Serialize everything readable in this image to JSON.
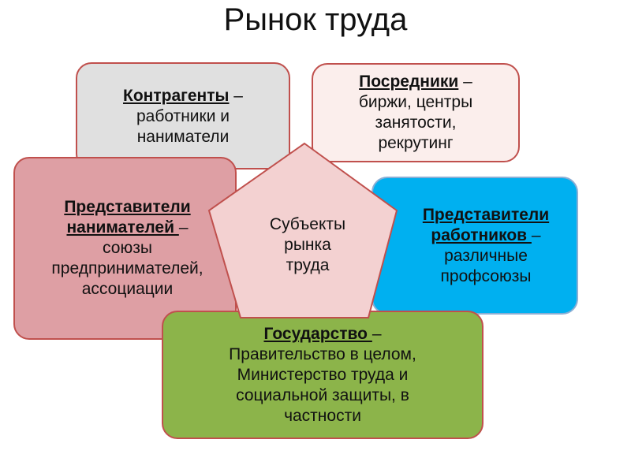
{
  "title": "Рынок труда",
  "center": {
    "lines": [
      "Субъекты",
      "рынка",
      "труда"
    ]
  },
  "boxes": {
    "kontragenty": {
      "head": "Контрагенты",
      "tail": " –",
      "lines": [
        "работники и",
        "наниматели"
      ]
    },
    "posredniki": {
      "head": "Посредники",
      "tail": " –",
      "lines": [
        "биржи, центры",
        "занятости,",
        "рекрутинг"
      ]
    },
    "predst_nanim": {
      "head1": "Представители",
      "head2": "нанимателей ",
      "tail": "–",
      "lines": [
        "союзы",
        "предпринимателей,",
        "ассоциации"
      ]
    },
    "predst_rabot": {
      "head1": "Представители",
      "head2": "работников ",
      "tail": "–",
      "lines": [
        "различные",
        "профсоюзы"
      ]
    },
    "gosudarstvo": {
      "head": "Государство ",
      "tail": "–",
      "lines": [
        "Правительство в целом,",
        "Министерство труда и",
        "социальной защиты, в",
        "частности"
      ]
    }
  },
  "colors": {
    "kontragenty_fill": "#e0e0e0",
    "posredniki_fill": "#fbeeec",
    "predst_nanim_fill": "#de9fa4",
    "predst_rabot_fill": "#00b0f0",
    "gosudarstvo_fill": "#8cb44a",
    "pentagon_fill": "#f3d1d1",
    "border": "#c0504d"
  }
}
